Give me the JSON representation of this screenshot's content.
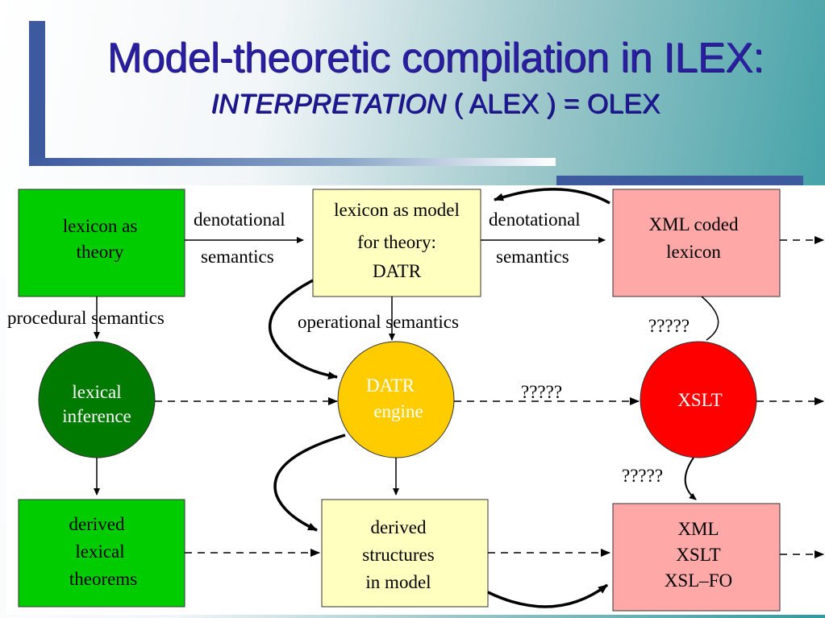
{
  "title": "Model-theoretic compilation in ILEX:",
  "subtitle": {
    "interpretation": "INTERPRETATION",
    "rest": " ( ALEX ) = OLEX"
  },
  "nodes": {
    "lexicon_theory": [
      "lexicon as",
      "theory"
    ],
    "lexicon_model": [
      "lexicon as model",
      "for theory:",
      "DATR"
    ],
    "xml_coded": [
      "XML coded",
      "lexicon"
    ],
    "lexical_inference": [
      "lexical",
      "inference"
    ],
    "datr_engine": [
      "DATR",
      "engine"
    ],
    "xslt": [
      "XSLT"
    ],
    "derived_theorems": [
      "derived",
      "lexical",
      "theorems"
    ],
    "derived_structures": [
      "derived",
      "structures",
      "in model"
    ],
    "xml_xslt_xslfo": [
      "XML",
      "XSLT",
      "XSL–FO"
    ]
  },
  "edge_labels": {
    "denotational_1": [
      "denotational",
      "semantics"
    ],
    "denotational_2": [
      "denotational",
      "semantics"
    ],
    "procedural": "procedural semantics",
    "operational": "operational semantics",
    "q1": "?????",
    "q2": "?????",
    "q3": "?????"
  },
  "colors": {
    "title": "#2a1fa0",
    "green_box": "#00cc00",
    "dark_green_circle": "#007a00",
    "yellow_box": "#ffffc0",
    "amber_circle": "#ffcc00",
    "pink_box": "#ffa8a8",
    "red_circle": "#ff0000"
  }
}
